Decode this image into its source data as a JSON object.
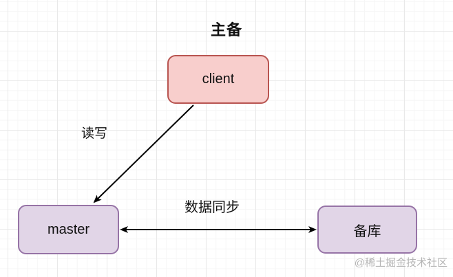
{
  "title": "主备",
  "nodes": [
    {
      "id": "client",
      "label": "client",
      "fill": "#f8cecc",
      "border": "#b85450"
    },
    {
      "id": "master",
      "label": "master",
      "fill": "#e1d5e7",
      "border": "#9673a6"
    },
    {
      "id": "backup",
      "label": "备库",
      "fill": "#e1d5e7",
      "border": "#9673a6"
    }
  ],
  "edges": [
    {
      "from": "client",
      "to": "master",
      "label": "读写",
      "direction": "one-way"
    },
    {
      "from": "master",
      "to": "backup",
      "label": "数据同步",
      "direction": "two-way"
    }
  ],
  "watermark": "@稀土掘金技术社区",
  "colors": {
    "edge_stroke": "#000000",
    "text": "#111111",
    "watermark_text": "#b4b4b4",
    "grid_minor": "#f6f6f6",
    "grid_major": "#e9e9e9",
    "background": "#ffffff"
  }
}
